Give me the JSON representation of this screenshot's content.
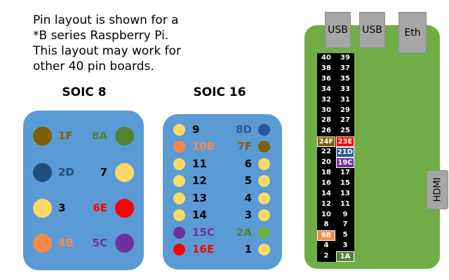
{
  "note": [
    "Pin layout is shown for a",
    "*B series Raspberry Pi.",
    "This layout may work for",
    "other 40 pin boards."
  ],
  "soic8": {
    "title": "SOIC 8",
    "left": [
      {
        "label": "1F",
        "color": "#7f6000",
        "label_color": "#7f6000"
      },
      {
        "label": "2D",
        "color": "#1f4e79",
        "label_color": "#1f4e79"
      },
      {
        "label": "3",
        "color": "#ffd966",
        "label_color": "#000000"
      },
      {
        "label": "4B",
        "color": "#f4894b",
        "label_color": "#f4894b"
      }
    ],
    "right": [
      {
        "label": "8A",
        "color": "#548235",
        "label_color": "#548235"
      },
      {
        "label": "7",
        "color": "#ffd966",
        "label_color": "#000000"
      },
      {
        "label": "6E",
        "color": "#ff0000",
        "label_color": "#ff0000"
      },
      {
        "label": "5C",
        "color": "#7030a0",
        "label_color": "#7030a0"
      }
    ]
  },
  "soic16": {
    "title": "SOIC 16",
    "left": [
      {
        "label": "9",
        "color": "#ffd966",
        "label_color": "#000000"
      },
      {
        "label": "10B",
        "color": "#f4894b",
        "label_color": "#f4894b"
      },
      {
        "label": "11",
        "color": "#ffd966",
        "label_color": "#000000"
      },
      {
        "label": "12",
        "color": "#ffd966",
        "label_color": "#000000"
      },
      {
        "label": "13",
        "color": "#ffd966",
        "label_color": "#000000"
      },
      {
        "label": "14",
        "color": "#ffd966",
        "label_color": "#000000"
      },
      {
        "label": "15C",
        "color": "#7030a0",
        "label_color": "#7030a0"
      },
      {
        "label": "16E",
        "color": "#ff0000",
        "label_color": "#ff0000"
      }
    ],
    "right": [
      {
        "label": "8D",
        "color": "#2e5597",
        "label_color": "#2e5597"
      },
      {
        "label": "7F",
        "color": "#7f6000",
        "label_color": "#7f6000"
      },
      {
        "label": "6",
        "color": "#ffd966",
        "label_color": "#000000"
      },
      {
        "label": "5",
        "color": "#ffd966",
        "label_color": "#000000"
      },
      {
        "label": "4",
        "color": "#ffd966",
        "label_color": "#000000"
      },
      {
        "label": "3",
        "color": "#ffd966",
        "label_color": "#000000"
      },
      {
        "label": "2A",
        "color": "#70ad47",
        "label_color": "#548235"
      },
      {
        "label": "1",
        "color": "#ffd966",
        "label_color": "#000000"
      }
    ]
  },
  "board": {
    "ports": [
      "USB",
      "USB",
      "Eth"
    ],
    "hdmi": "HDMI",
    "header_rows": [
      [
        {
          "t": "40"
        },
        {
          "t": "39"
        }
      ],
      [
        {
          "t": "38"
        },
        {
          "t": "37"
        }
      ],
      [
        {
          "t": "36"
        },
        {
          "t": "35"
        }
      ],
      [
        {
          "t": "34"
        },
        {
          "t": "33"
        }
      ],
      [
        {
          "t": "32"
        },
        {
          "t": "31"
        }
      ],
      [
        {
          "t": "30"
        },
        {
          "t": "29"
        }
      ],
      [
        {
          "t": "28"
        },
        {
          "t": "27"
        }
      ],
      [
        {
          "t": "26"
        },
        {
          "t": "25"
        }
      ],
      [
        {
          "t": "24F",
          "bg": "#7f6000"
        },
        {
          "t": "23E",
          "bg": "#ff0000"
        }
      ],
      [
        {
          "t": "22"
        },
        {
          "t": "21D",
          "bg": "#2e5597"
        }
      ],
      [
        {
          "t": "20"
        },
        {
          "t": "19C",
          "bg": "#7030a0"
        }
      ],
      [
        {
          "t": "18"
        },
        {
          "t": "17"
        }
      ],
      [
        {
          "t": "16"
        },
        {
          "t": "15"
        }
      ],
      [
        {
          "t": "14"
        },
        {
          "t": "13"
        }
      ],
      [
        {
          "t": "12"
        },
        {
          "t": "11"
        }
      ],
      [
        {
          "t": "10"
        },
        {
          "t": "9"
        }
      ],
      [
        {
          "t": "8"
        },
        {
          "t": "7"
        }
      ],
      [
        {
          "t": "6B",
          "bg": "#f4894b"
        },
        {
          "t": "5"
        }
      ],
      [
        {
          "t": "4"
        },
        {
          "t": "3"
        }
      ],
      [
        {
          "t": "2"
        },
        {
          "t": "1A",
          "bg": "#548235"
        }
      ]
    ]
  }
}
